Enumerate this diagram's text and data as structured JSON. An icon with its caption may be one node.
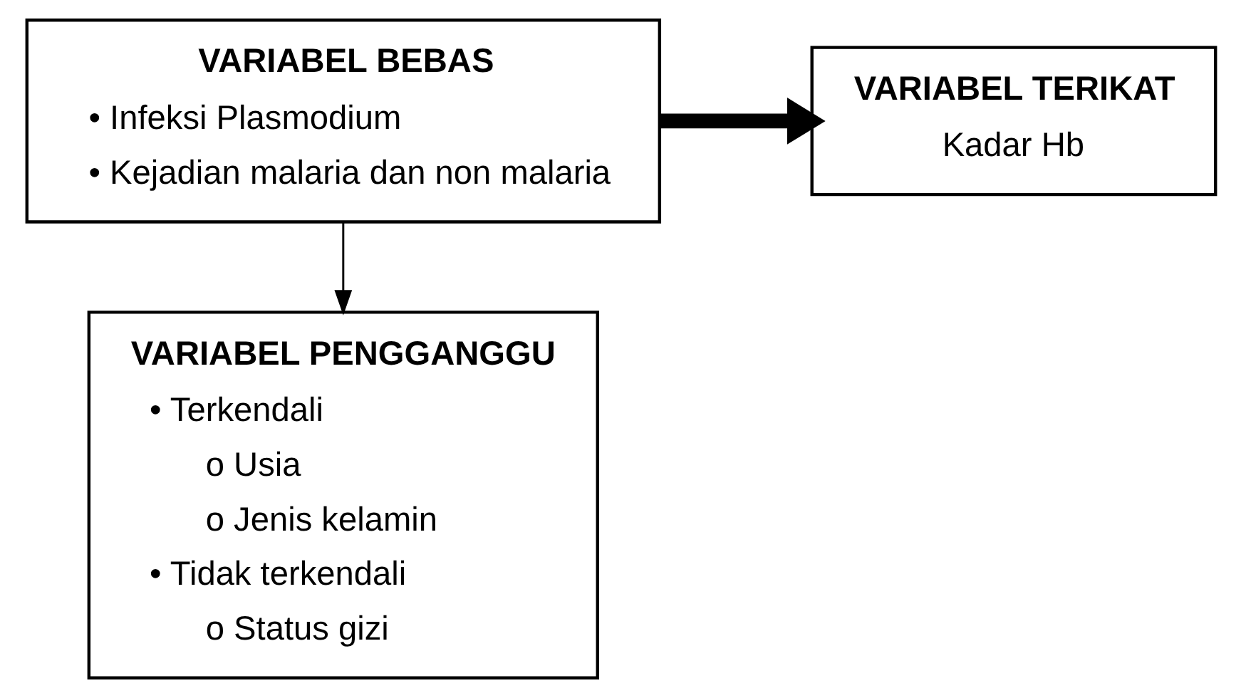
{
  "diagram": {
    "nodes": [
      {
        "text": [
          "VARIABEL BEBAS",
          "• Infeksi Plasmodium",
          "• Kejadian malaria dan non malaria"
        ]
      },
      {
        "text": [
          "VARIABEL TERIKAT",
          "Kadar Hb"
        ]
      },
      {
        "text": [
          "VARIABEL PENGGANGGU",
          "• Terkendali",
          "o Usia",
          "o Jenis kelamin",
          "• Tidak terkendali",
          "o Status gizi"
        ]
      }
    ],
    "edges": [
      {
        "from": 0,
        "to": 1,
        "arrow": "to",
        "style": "thick"
      },
      {
        "from": 0,
        "to": 2,
        "arrow": "to"
      }
    ]
  }
}
